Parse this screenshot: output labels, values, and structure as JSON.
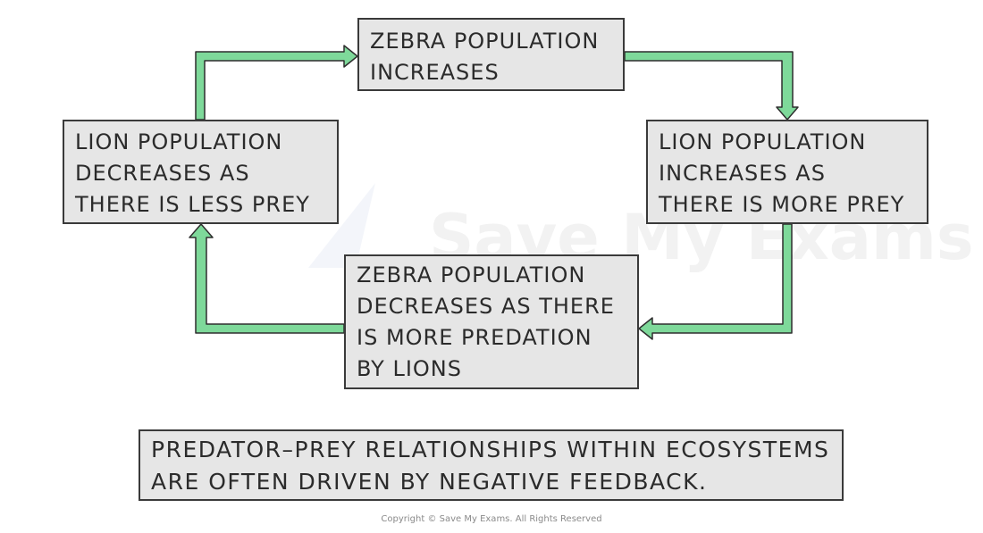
{
  "diagram": {
    "boxes": {
      "zebra_increases": "ZEBRA POPULATION\nINCREASES",
      "lion_increases": "LION POPULATION\nINCREASES AS\nTHERE IS MORE PREY",
      "zebra_decreases": "ZEBRA POPULATION\nDECREASES AS THERE\nIS MORE PREDATION\nBY LIONS",
      "lion_decreases": "LION POPULATION\nDECREASES AS\nTHERE IS LESS PREY"
    },
    "note": "PREDATOR–PREY RELATIONSHIPS WITHIN ECOSYSTEMS\nARE OFTEN DRIVEN BY NEGATIVE FEEDBACK.",
    "arrow_color": "#7ed99a",
    "arrow_outline": "#2e2e2e",
    "box_fill": "#e6e6e6"
  },
  "watermark": "Save My Exams",
  "copyright": "Copyright © Save My Exams. All Rights Reserved"
}
